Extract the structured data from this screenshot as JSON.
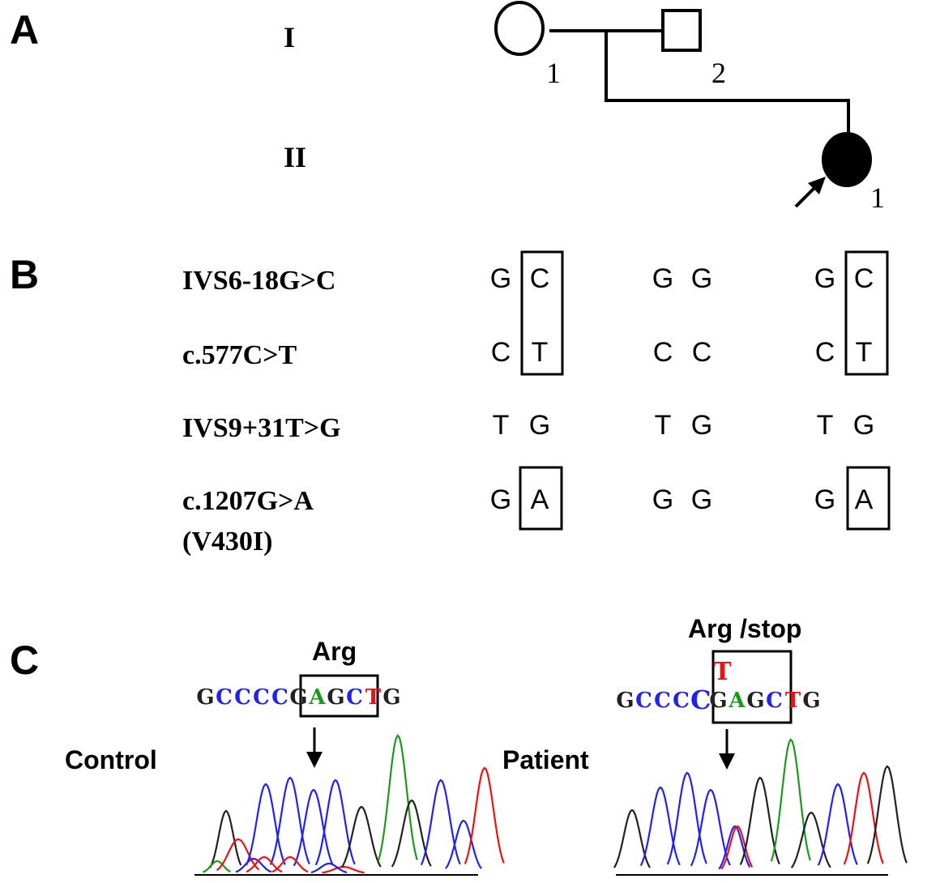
{
  "panels": {
    "a": "A",
    "b": "B",
    "c": "C"
  },
  "pedigree": {
    "generations": [
      "I",
      "II"
    ],
    "individuals": [
      {
        "id": "I-1",
        "generation": "I",
        "number": "1",
        "sex": "female",
        "affected": false,
        "proband": false
      },
      {
        "id": "I-2",
        "generation": "I",
        "number": "2",
        "sex": "male",
        "affected": false,
        "proband": false
      },
      {
        "id": "II-1",
        "generation": "II",
        "number": "1",
        "sex": "female",
        "affected": true,
        "proband": true
      }
    ],
    "proband_marker": "arrow-icon"
  },
  "genotypes": {
    "columns": [
      "I-1",
      "I-2",
      "II-1"
    ],
    "variants": [
      {
        "label": "IVS6-18G>C",
        "sublabel": "",
        "alleles": [
          [
            "G",
            "C"
          ],
          [
            "G",
            "G"
          ],
          [
            "G",
            "C"
          ]
        ]
      },
      {
        "label": "c.577C>T",
        "sublabel": "",
        "alleles": [
          [
            "C",
            "T"
          ],
          [
            "C",
            "C"
          ],
          [
            "C",
            "T"
          ]
        ]
      },
      {
        "label": "IVS9+31T>G",
        "sublabel": "",
        "alleles": [
          [
            "T",
            "G"
          ],
          [
            "T",
            "G"
          ],
          [
            "T",
            "G"
          ]
        ]
      },
      {
        "label": "c.1207G>A",
        "sublabel": "(V430I)",
        "alleles": [
          [
            "G",
            "A"
          ],
          [
            "G",
            "G"
          ],
          [
            "G",
            "A"
          ]
        ]
      }
    ],
    "highlighted": "boxes mark the variant allele in I-1 and II-1 (C/T haplotype and A)"
  },
  "sequencing": {
    "base_colors": {
      "A": "#1a9a1a",
      "C": "#2222ee",
      "G": "#222222",
      "T": "#ee1111"
    },
    "control": {
      "label": "Control",
      "codon_label": "Arg",
      "sequence": [
        "G",
        "C",
        "C",
        "C",
        "C",
        "G",
        "A",
        "G",
        "C",
        "T",
        "G"
      ],
      "codon_start": 4,
      "codon_length": 3
    },
    "patient": {
      "label": "Patient",
      "codon_label": "Arg /stop",
      "sequence": [
        "G",
        "C",
        "C",
        "C",
        "C",
        "G",
        "A",
        "G",
        "C",
        "T",
        "G"
      ],
      "codon_start": 4,
      "codon_length": 3,
      "heterozygous_base": "T"
    }
  }
}
